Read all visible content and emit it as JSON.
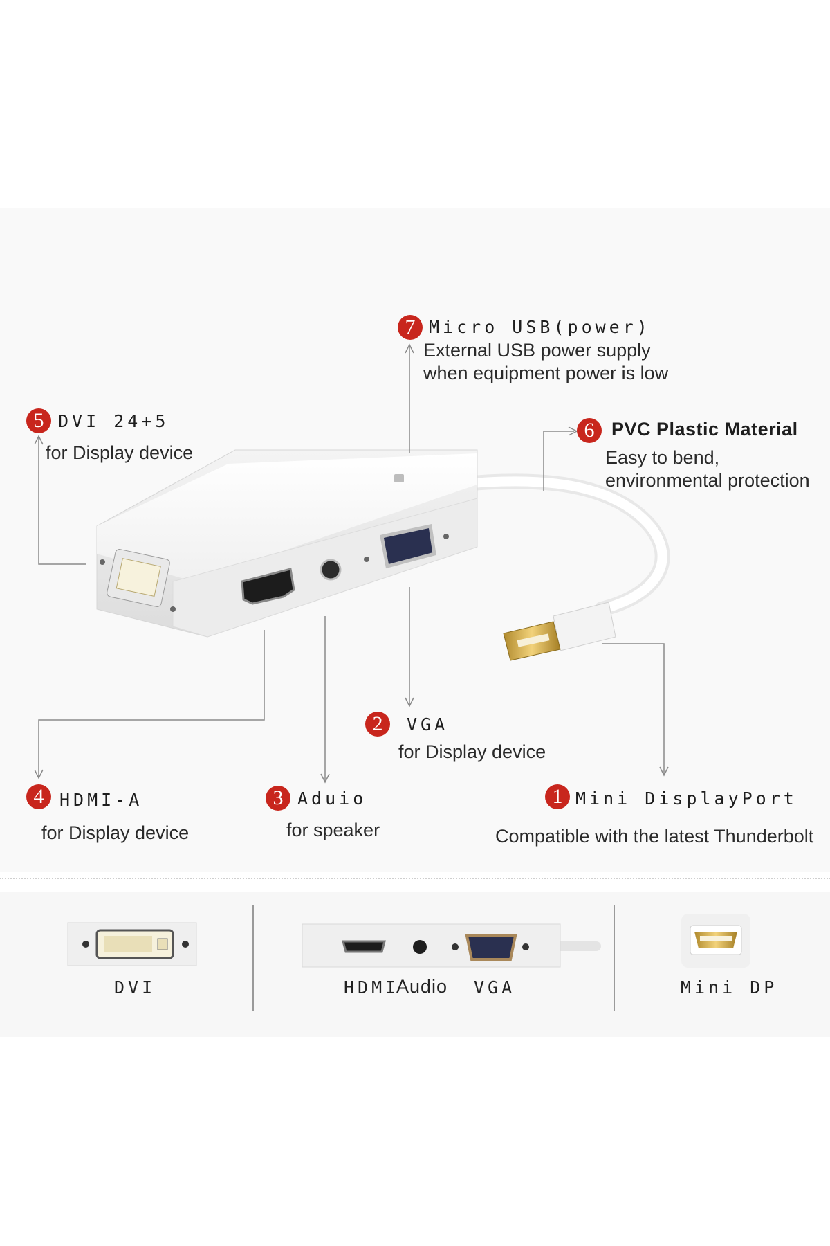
{
  "callouts": {
    "micro_usb": {
      "number": "7",
      "title": "Micro USB(power)",
      "line1": "External USB power supply",
      "line2": "when equipment power is low"
    },
    "dvi": {
      "number": "5",
      "title": "DVI 24+5",
      "line1": "for Display device"
    },
    "pvc": {
      "number": "6",
      "title": "PVC Plastic Material",
      "line1": "Easy to bend,",
      "line2": "environmental protection"
    },
    "vga": {
      "number": "2",
      "title": "VGA",
      "line1": "for Display device"
    },
    "hdmi": {
      "number": "4",
      "title": "HDMI-A",
      "line1": "for Display device"
    },
    "audio": {
      "number": "3",
      "title": "Aduio",
      "line1": "for speaker"
    },
    "mini_dp": {
      "number": "1",
      "title": "Mini DisplayPort",
      "line1": "Compatible with the latest Thunderbolt"
    }
  },
  "bottom_strip": {
    "dvi_label": "DVI",
    "hdmi_label": "HDMI",
    "audio_label": "Audio",
    "vga_label": "VGA",
    "mini_dp_label": "Mini DP"
  },
  "colors": {
    "badge": "#c8261d",
    "leader_line": "#8a8a8a",
    "panel": "#f9f9f9"
  }
}
